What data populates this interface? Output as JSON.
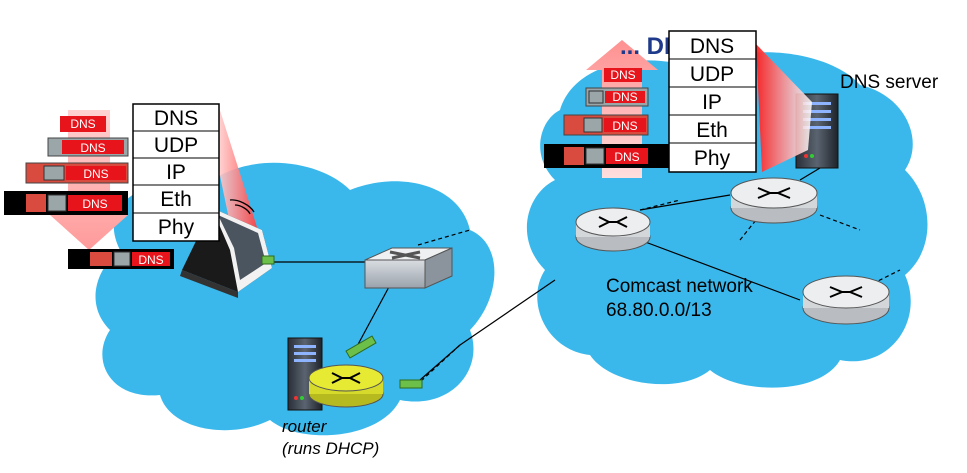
{
  "title_fragment": "... DNS",
  "left_stack": {
    "layers": [
      "DNS",
      "UDP",
      "IP",
      "Eth",
      "Phy"
    ]
  },
  "right_stack": {
    "layers": [
      "DNS",
      "UDP",
      "IP",
      "Eth",
      "Phy"
    ]
  },
  "packet_tag": "DNS",
  "labels": {
    "dns_server": "DNS server",
    "comcast_network": "Comcast network",
    "comcast_prefix": "68.80.0.0/13",
    "router": "router",
    "router_role": "(runs DHCP)"
  },
  "colors": {
    "cloud": "#3ab8ec",
    "dns_red": "#e8141b",
    "frame_black": "#000000",
    "header_red": "#d94b3f",
    "header_gray": "#9aa6a8",
    "router_yellow": "#e6ea33",
    "router_gray": "#e3e3e3",
    "link_green": "#6cc04a"
  }
}
